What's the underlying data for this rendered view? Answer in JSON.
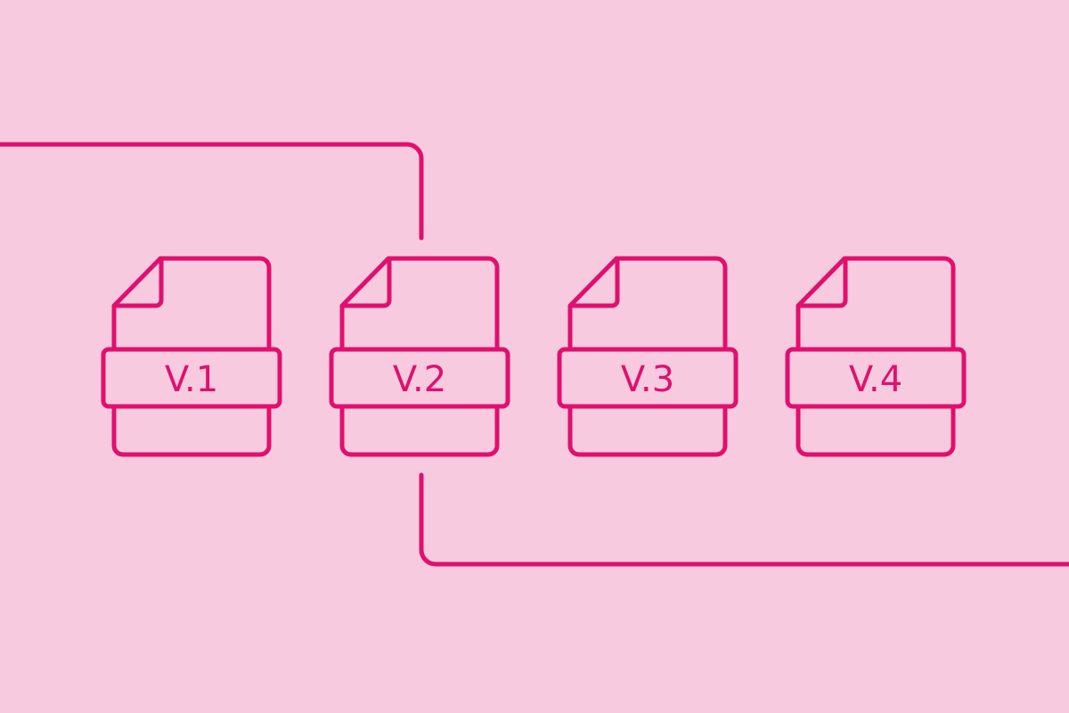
{
  "colors": {
    "background": "#F8CADF",
    "accent": "#E0106E"
  },
  "icons": [
    "document-icon",
    "document-icon",
    "document-icon",
    "document-icon"
  ],
  "documents": [
    {
      "label": "V.1"
    },
    {
      "label": "V.2"
    },
    {
      "label": "V.3"
    },
    {
      "label": "V.4"
    }
  ]
}
